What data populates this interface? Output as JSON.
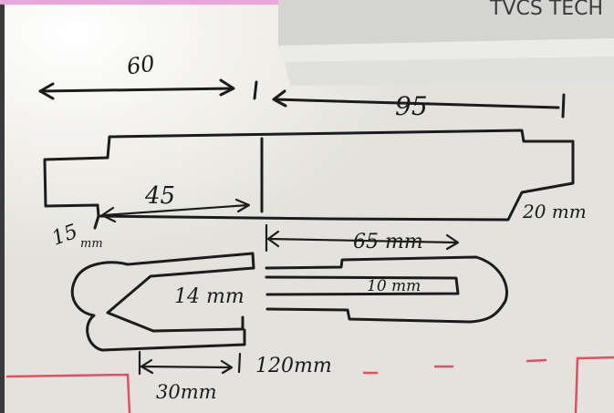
{
  "header_text": "TVCS TECH",
  "annotations": {
    "dim_left": "60",
    "dim_right": "95",
    "dim_45": "45",
    "dim_15": "15",
    "dim_15_unit": "mm",
    "dim_20": "20 mm",
    "dim_65": "65 mm",
    "dim_14": "14 mm",
    "dim_10": "10 mm",
    "dim_120": "120mm",
    "dim_30": "30mm"
  },
  "colors": {
    "whiteboard": "#ecebe6",
    "marker_black": "#1c1c1c",
    "marker_red": "#e05060",
    "frame": "#d9d9d6"
  }
}
